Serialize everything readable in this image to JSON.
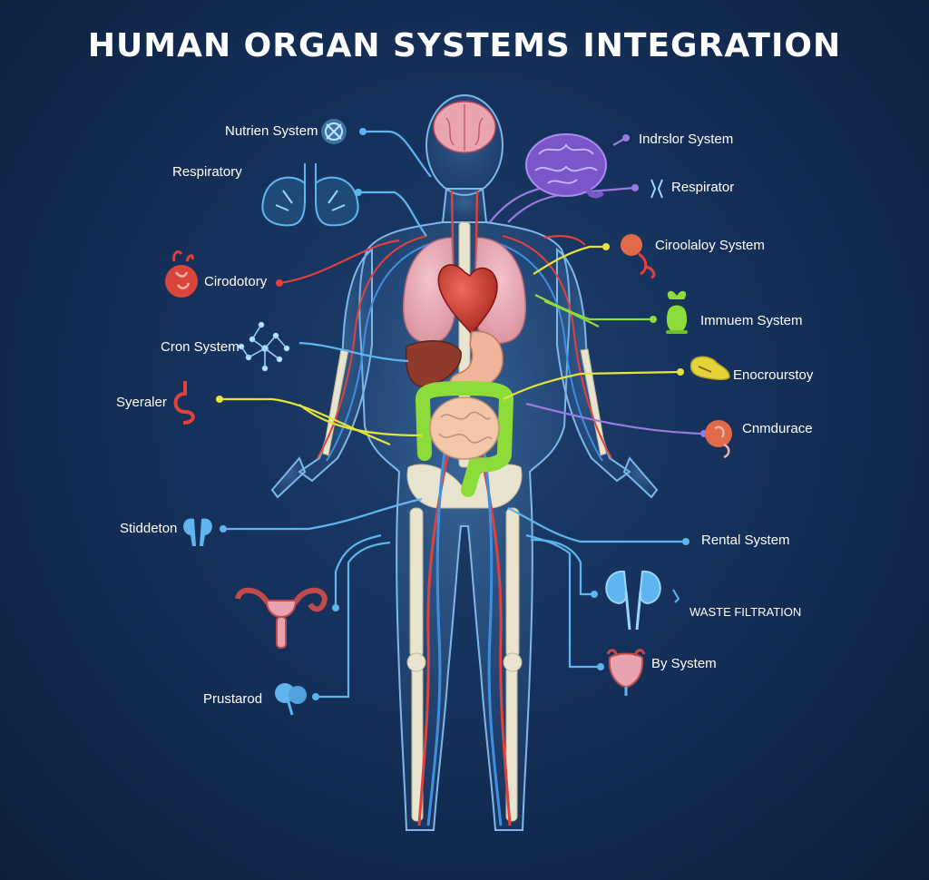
{
  "title": "HUMAN ORGAN SYSTEMS INTEGRATION",
  "colors": {
    "background": "#15305a",
    "body_outline": "#7fb8e8",
    "artery": "#e0413b",
    "vein": "#3f8fe0",
    "bone": "#e9e4cf",
    "lungs": "#e6a9b4",
    "heart": "#c8332c",
    "liver": "#8e3b2c",
    "stomach": "#f0b49a",
    "large_intestine": "#8edc3a",
    "small_intestine": "#f1c7a8",
    "brain": "#7a56c8",
    "line_blue": "#5fb6ee",
    "line_yellow": "#e6e43a",
    "line_green": "#8edc3a",
    "line_purple": "#9a7ae0",
    "line_red": "#e0413b"
  },
  "labels": {
    "left": [
      {
        "id": "nutrien",
        "text": "Nutrien System",
        "icon": "cell-icon"
      },
      {
        "id": "respiratory",
        "text": "Respiratory",
        "icon": "lungs-icon"
      },
      {
        "id": "cirodotory",
        "text": "Cirodotory",
        "icon": "heart-icon"
      },
      {
        "id": "cron",
        "text": "Cron System",
        "icon": "neuron-network-icon"
      },
      {
        "id": "syeraler",
        "text": "Syeraler",
        "icon": "stomach-icon"
      },
      {
        "id": "stiddeton",
        "text": "Stiddeton",
        "icon": "kidney-pair-icon"
      },
      {
        "id": "uterus",
        "text": "",
        "icon": "uterus-icon"
      },
      {
        "id": "prustarod",
        "text": "Prustarod",
        "icon": "gland-icon"
      }
    ],
    "right": [
      {
        "id": "indrslor",
        "text": "Indrslor System",
        "icon": "brain-icon"
      },
      {
        "id": "respirator",
        "text": "Respirator",
        "icon": "airway-icon"
      },
      {
        "id": "ciroolaloy",
        "text": "Ciroolaloy System",
        "icon": "vessel-icon"
      },
      {
        "id": "immuem",
        "text": "Immuem System",
        "icon": "thymus-icon"
      },
      {
        "id": "enocrourstoy",
        "text": "Enocrourstoy",
        "icon": "pancreas-icon"
      },
      {
        "id": "cnmdurace",
        "text": "Cnmdurace",
        "icon": "organ-icon"
      },
      {
        "id": "rental",
        "text": "Rental System",
        "icon": ""
      },
      {
        "id": "waste",
        "text": "WASTE FILTRATION",
        "icon": "kidneys-icon"
      },
      {
        "id": "by",
        "text": "By System",
        "icon": "bladder-icon"
      }
    ]
  }
}
